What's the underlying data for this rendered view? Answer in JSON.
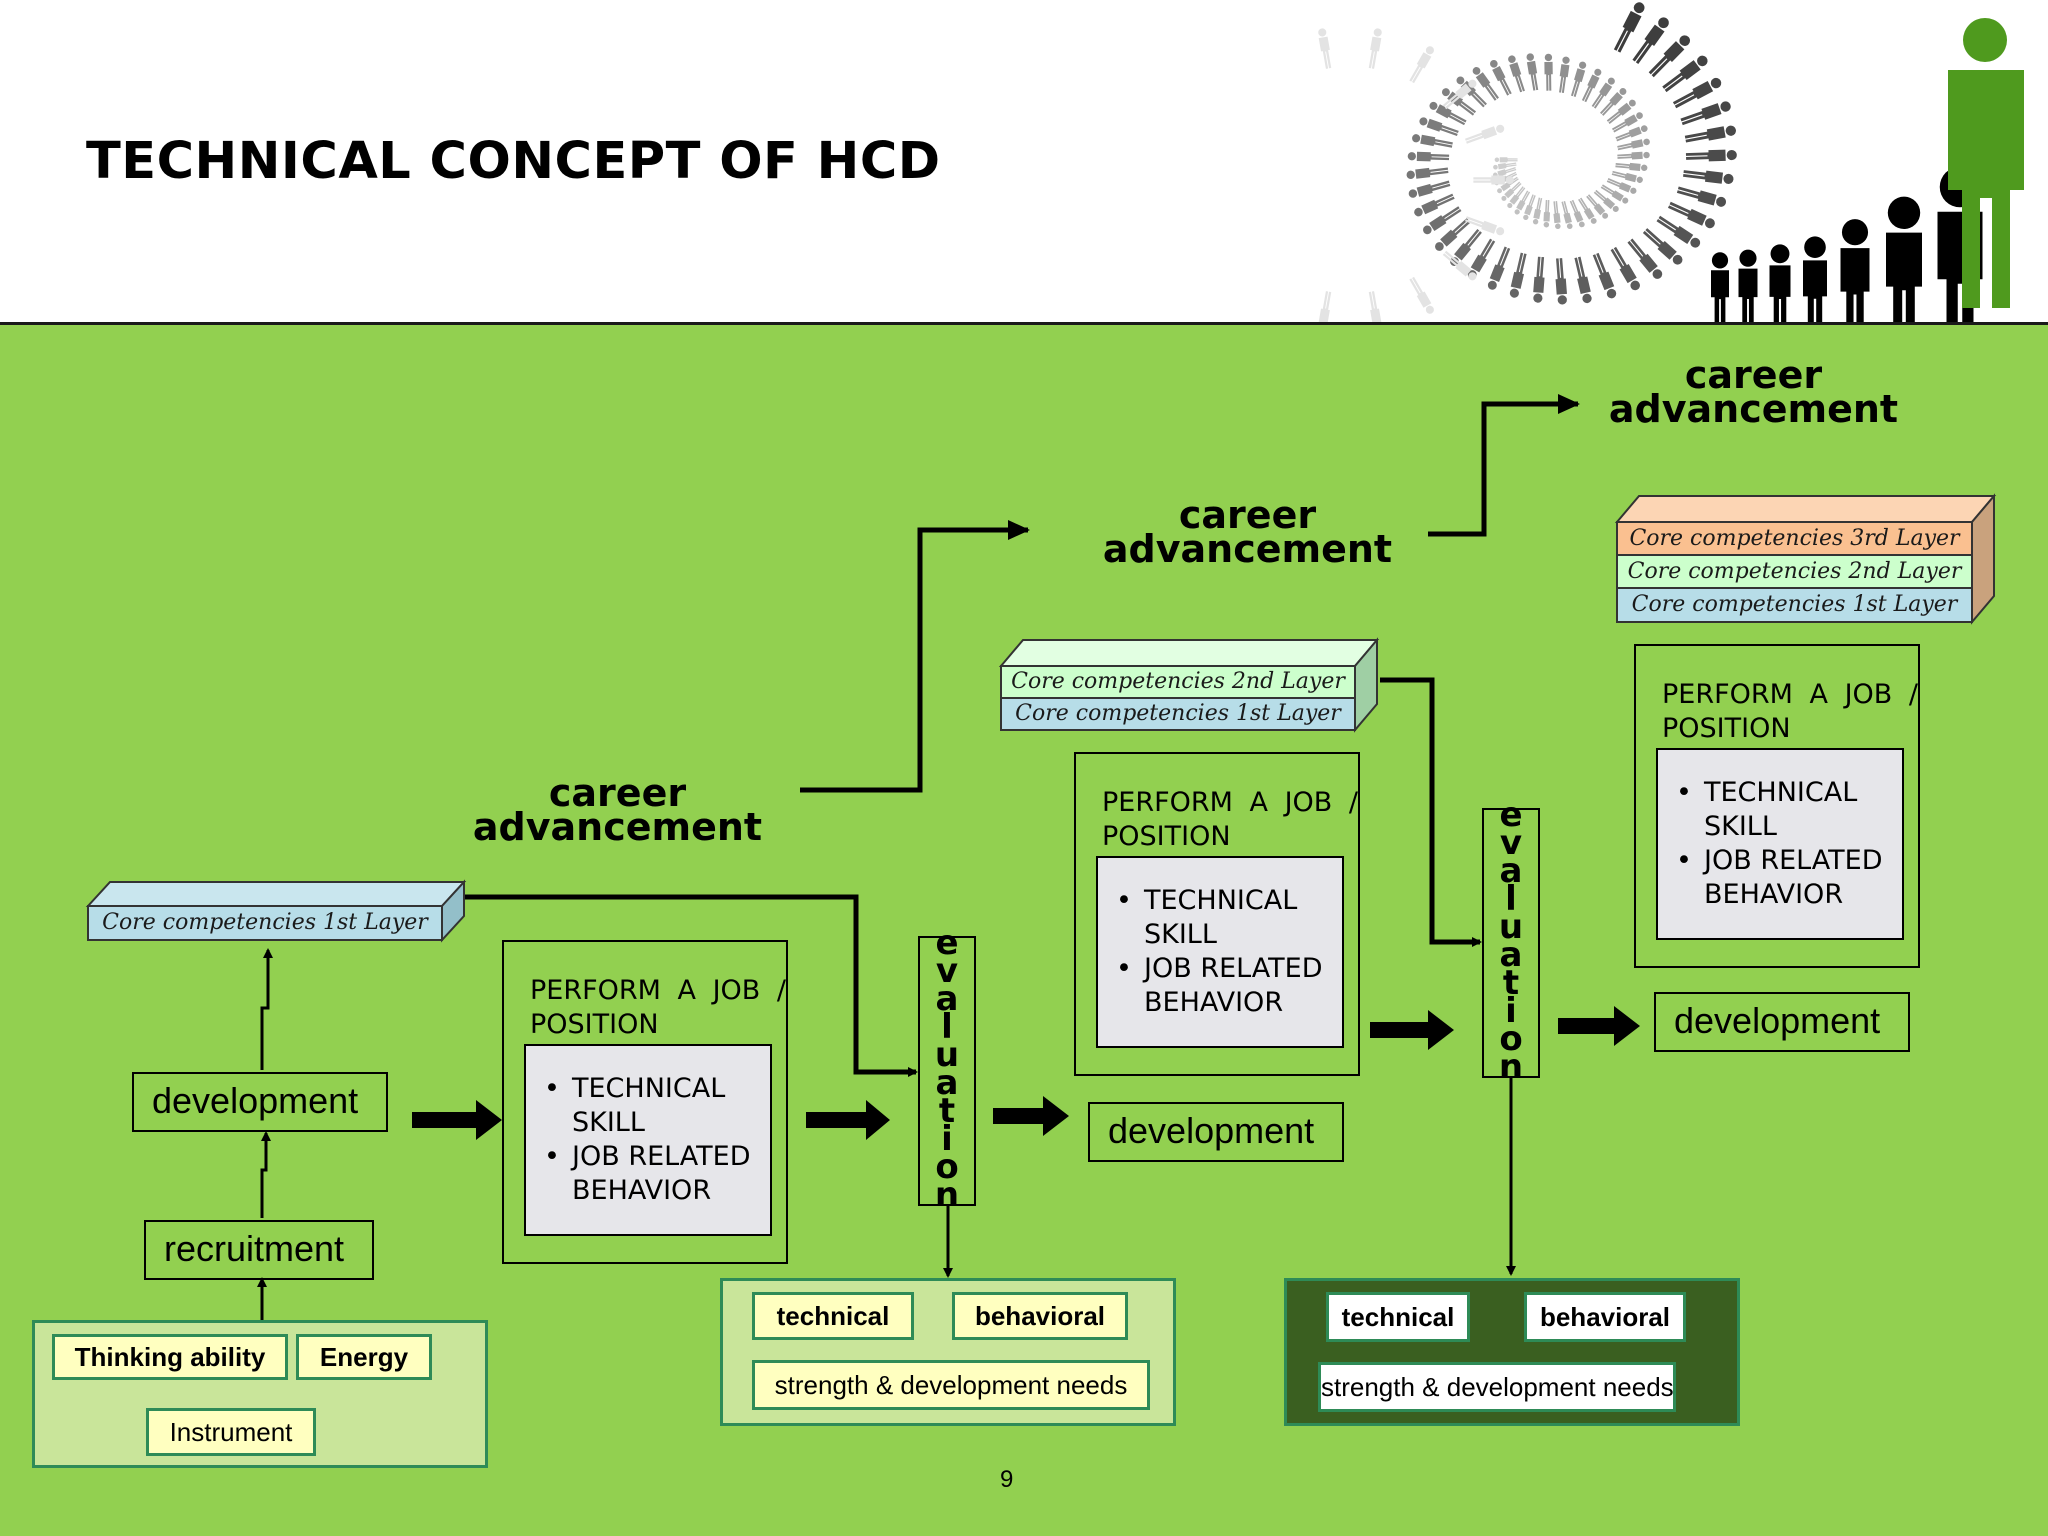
{
  "slide": {
    "title": "TECHNICAL CONCEPT OF HCD",
    "page_number": "9"
  },
  "colors": {
    "panel": "#92d050",
    "core_layer_1": "#b7dde8",
    "core_layer_2": "#ccffcc",
    "core_layer_3": "#fac090",
    "inner_box": "#e6e6ea",
    "tag_fill": "#ffffc0",
    "tag_border": "#2e8b57",
    "input_panel": "#c9e59a",
    "dark_panel": "#3a5f20",
    "logo_green": "#4f9a1e"
  },
  "career_advancement": [
    "career\nadvancement",
    "career\nadvancement",
    "career\nadvancement"
  ],
  "core": {
    "layer1": "Core competencies 1st Layer",
    "layer2": "Core competencies 2nd Layer",
    "layer3": "Core competencies 3rd Layer"
  },
  "boxes": {
    "development": "development",
    "recruitment": "recruitment",
    "perform_title": "PERFORM A JOB / POSITION",
    "technical_skill": "TECHNICAL SKILL",
    "job_related": "JOB RELATED BEHAVIOR",
    "evaluation": "evaluation"
  },
  "inputs": {
    "thinking": "Thinking ability",
    "energy": "Energy",
    "instrument": "Instrument"
  },
  "assessment": {
    "technical": "technical",
    "behavioral": "behavioral",
    "needs": "strength & development needs"
  }
}
